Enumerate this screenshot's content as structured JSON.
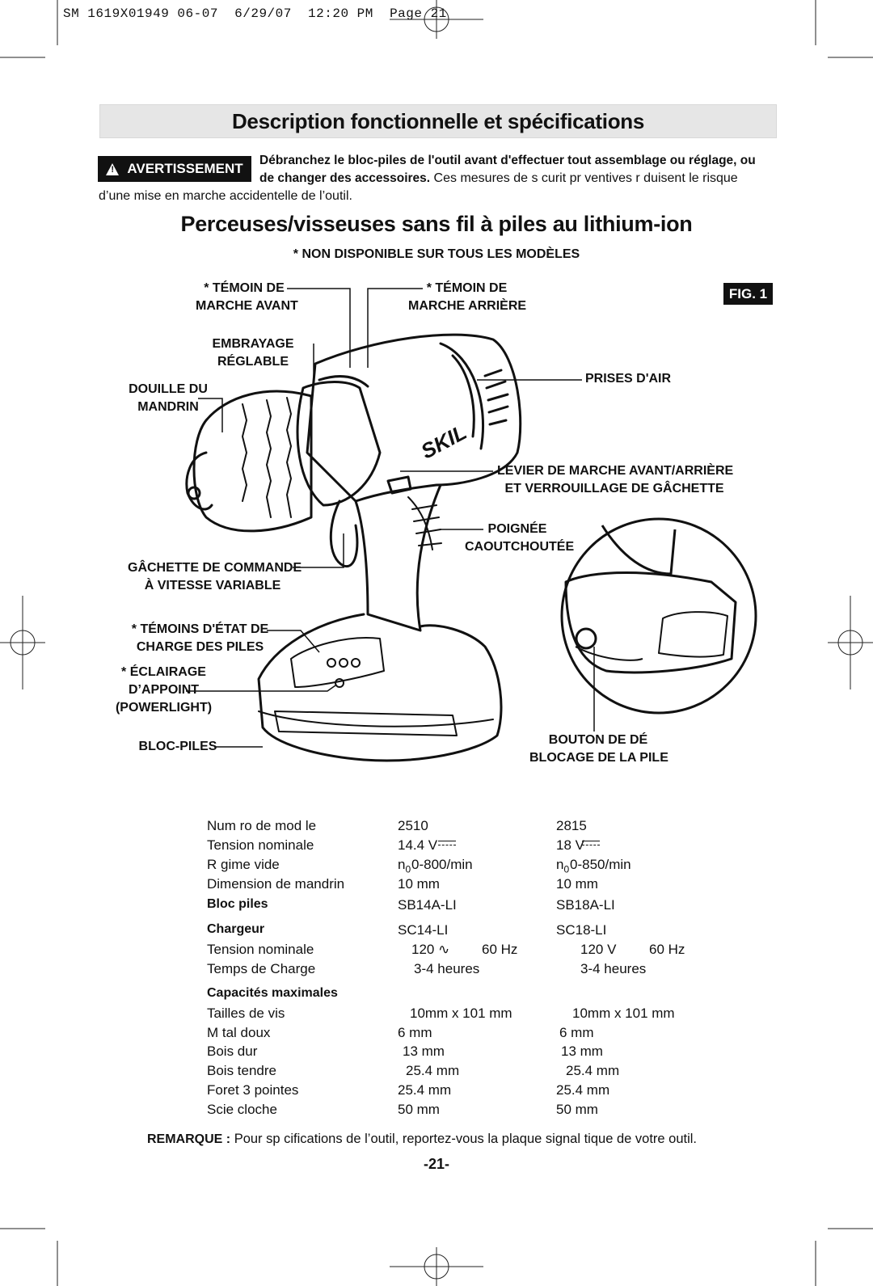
{
  "slug": "SM 1619X01949 06-07  6/29/07  12:20 PM  Page 21",
  "title": "Description fonctionnelle et spécifications",
  "warning": {
    "badge": "AVERTISSEMENT",
    "line1": "Débranchez le bloc-piles de l'outil avant d'effectuer tout assemblage ou réglage, ou",
    "line2_bold": "de changer des accessoires.",
    "line2_rest": " Ces mesures de s curit  pr ventives r duisent le risque",
    "line3": "d’une mise en marche accidentelle de l’outil."
  },
  "subtitle": "Perceuses/visseuses sans fil à piles au lithium-ion",
  "not_all_models": "* NON DISPONIBLE SUR TOUS LES MODÈLES",
  "fig_label": "FIG. 1",
  "callouts": {
    "forward_1": "* TÉMOIN DE",
    "forward_2": "MARCHE AVANT",
    "reverse_1": "* TÉMOIN DE",
    "reverse_2": "MARCHE ARRIÈRE",
    "clutch_1": "EMBRAYAGE",
    "clutch_2": "RÉGLABLE",
    "chuck_1": "DOUILLE DU",
    "chuck_2": "MANDRIN",
    "vents": "PRISES D'AIR",
    "lever_1": "LEVIER DE MARCHE AVANT/ARRIÈRE",
    "lever_2": "ET VERROUILLAGE DE GÂCHETTE",
    "grip_1": "POIGNÉE",
    "grip_2": "CAOUTCHOUTÉE",
    "trigger_1": "GÂCHETTE DE COMMANDE",
    "trigger_2": "À VITESSE VARIABLE",
    "fuel_1": "* TÉMOINS D'ÉTAT DE",
    "fuel_2": "CHARGE DES PILES",
    "light_1": "* ÉCLAIRAGE",
    "light_2": "D’APPOINT",
    "light_3": "(POWERLIGHT)",
    "pack": "BLOC-PILES",
    "release_1": "BOUTON DE DÉ",
    "release_2": "BLOCAGE DE LA PILE"
  },
  "drill_brand": "SKIL",
  "specs": [
    {
      "label": "Num ro de mod le",
      "a": "2510",
      "b": "2815",
      "bold": false
    },
    {
      "label": "Tension nominale",
      "a": "14.4 V",
      "b": "18 V",
      "bold": false,
      "dc": true
    },
    {
      "label": "R gime   vide",
      "a": "0-800/min",
      "b": "0-850/min",
      "bold": false,
      "n0": true
    },
    {
      "label": "Dimension de mandrin",
      "a": "10 mm",
      "b": "10 mm",
      "bold": false
    },
    {
      "label": "Bloc piles",
      "a": "SB14A-LI",
      "b": "SB18A-LI",
      "bold": true
    },
    {
      "label": "Chargeur",
      "a": "SC14-LI",
      "b": "SC18-LI",
      "bold": true
    },
    {
      "label": "Tension nominale",
      "a": "120",
      "a2": "60 Hz",
      "b": "120 V",
      "b2": "60 Hz",
      "bold": false,
      "ac": true
    },
    {
      "label": "Temps de Charge",
      "a": "3-4 heures",
      "b": "3-4 heures",
      "bold": false
    },
    {
      "label": "Capacités maximales",
      "a": "",
      "b": "",
      "bold": true
    },
    {
      "label": "Tailles de vis",
      "a": "10mm x 101 mm",
      "b": "10mm x 101 mm",
      "bold": false
    },
    {
      "label": "M tal doux",
      "a": "6 mm",
      "b": "6 mm",
      "bold": false
    },
    {
      "label": "Bois dur",
      "a": "13 mm",
      "b": "13 mm",
      "bold": false
    },
    {
      "label": "Bois tendre",
      "a": "25.4 mm",
      "b": "25.4 mm",
      "bold": false
    },
    {
      "label": "Foret   3 pointes",
      "a": "25.4 mm",
      "b": "25.4 mm",
      "bold": false
    },
    {
      "label": "Scie cloche",
      "a": "50 mm",
      "b": "50 mm",
      "bold": false
    }
  ],
  "n0_symbol": "n",
  "n0_sub": "0",
  "note_bold": "REMARQUE :",
  "note_text": " Pour sp cifications de l’outil, reportez-vous   la plaque signal tique de votre outil.",
  "page_number": "-21-"
}
